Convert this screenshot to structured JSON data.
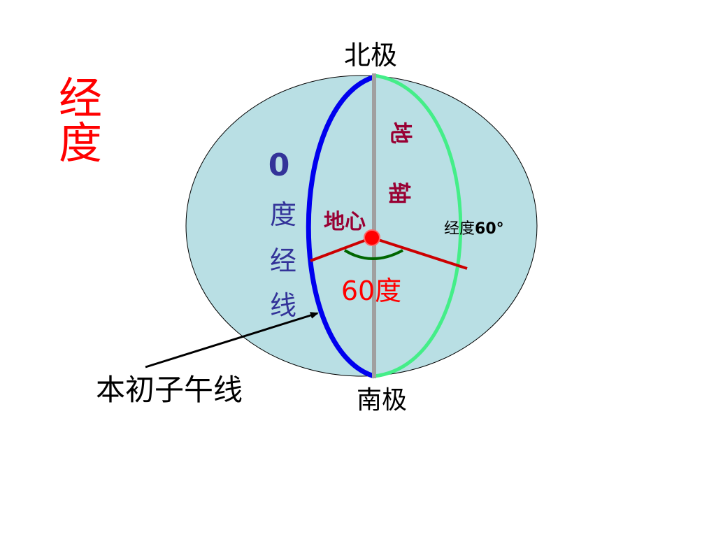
{
  "page_title": {
    "line1": "经",
    "line2": "度",
    "color": "#ff0000"
  },
  "labels": {
    "north_pole": "北极",
    "south_pole": "南极",
    "earth_center": "地心",
    "earth_axis_char1": "地",
    "earth_axis_char2": "轴",
    "zero_meridian": {
      "digit": "0",
      "char1": "度",
      "char2": "经",
      "char3": "线"
    },
    "longitude_60_prefix": "经度",
    "longitude_60_value": "60°",
    "angle_label": "60度",
    "prime_meridian": "本初子午线"
  },
  "colors": {
    "globe_fill": "#b9dfe4",
    "prime_meridian": "#0000ee",
    "meridian_60": "#44ee88",
    "axis": "#a0a0a0",
    "radius": "#cc0000",
    "angle_arc": "#006600",
    "center_dot": "#ff0000",
    "zero_label": "#333399",
    "axis_label": "#990033",
    "angle_label": "#ff0000"
  }
}
